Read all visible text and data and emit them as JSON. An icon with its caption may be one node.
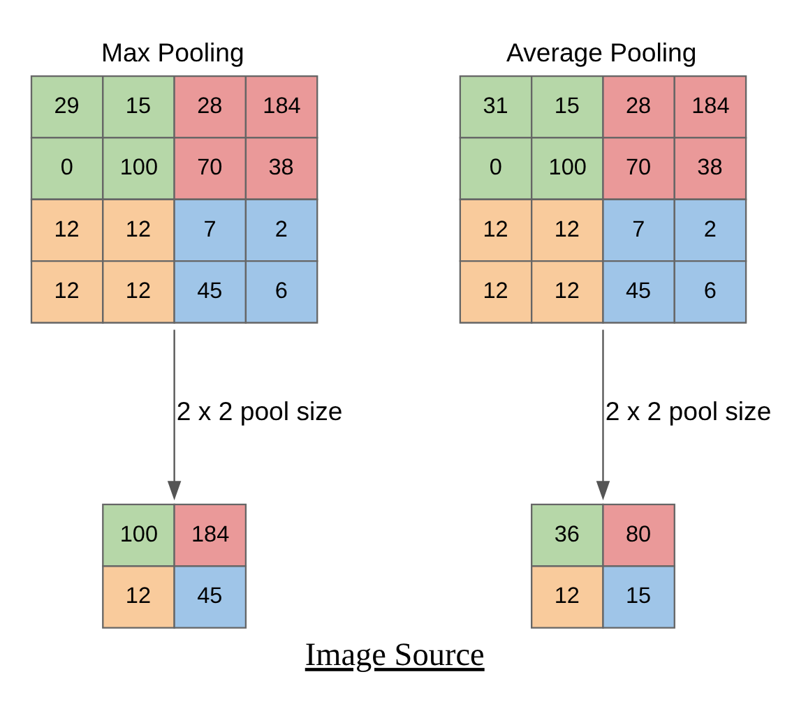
{
  "diagram": {
    "caption": "Image Source",
    "nodes": [
      {
        "text": [
          "Max Pooling",
          "29",
          "15",
          "28",
          "184",
          "0",
          "100",
          "70",
          "38",
          "12",
          "12",
          "7",
          "2",
          "12",
          "12",
          "45",
          "6"
        ]
      },
      {
        "text": [
          "Average Pooling",
          "31",
          "15",
          "28",
          "184",
          "0",
          "100",
          "70",
          "38",
          "12",
          "12",
          "7",
          "2",
          "12",
          "12",
          "45",
          "6"
        ]
      },
      {
        "text": [
          "100",
          "184",
          "12",
          "45"
        ]
      },
      {
        "text": [
          "36",
          "80",
          "12",
          "15"
        ]
      }
    ],
    "edges": [
      {
        "from": 0,
        "to": 2,
        "arrow": "to",
        "label": "2 x 2 pool size"
      },
      {
        "from": 1,
        "to": 3,
        "arrow": "to",
        "label": "2 x 2 pool size"
      }
    ]
  }
}
